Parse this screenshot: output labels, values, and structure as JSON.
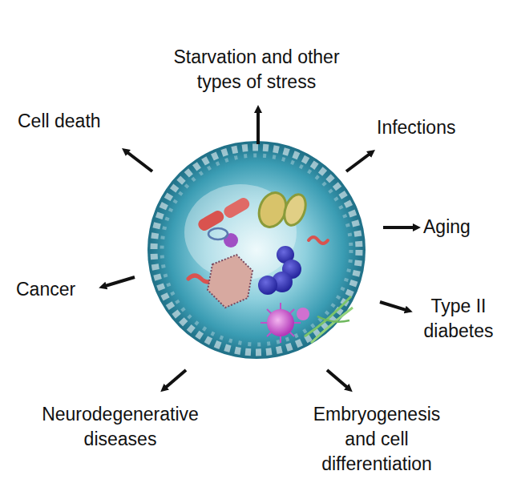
{
  "diagram": {
    "labels": [
      "Starvation and other types of stress",
      "Cell death",
      "Infections",
      "Aging",
      "Cancer",
      "Type II diabetes",
      "Neurodegenerative diseases",
      "Embryogenesis and cell differentiation"
    ]
  }
}
